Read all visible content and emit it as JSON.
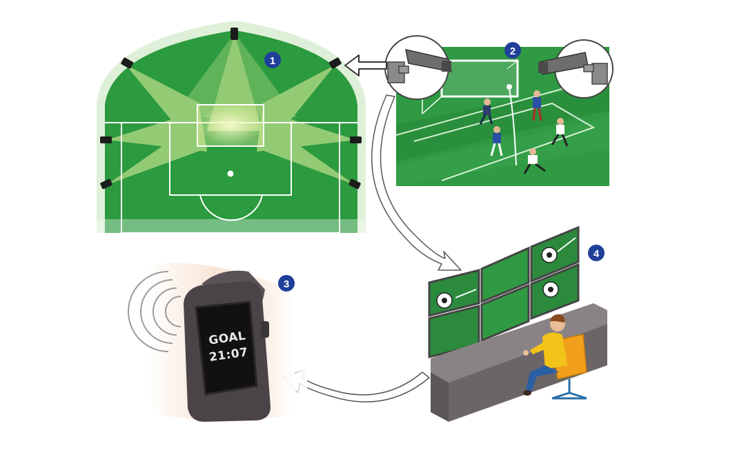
{
  "steps": [
    {
      "number": "1"
    },
    {
      "number": "2"
    },
    {
      "number": "3"
    },
    {
      "number": "4"
    }
  ],
  "watch": {
    "line1": "GOAL",
    "line2": "21:07"
  },
  "colors": {
    "pitch_green": "#2c9a3f",
    "pitch_dark": "#1f8a35",
    "beam_yellow": "#e8f3a0",
    "badge_blue": "#1f3f99",
    "watch_body": "#4a4448",
    "screen": "#111111",
    "chair_orange": "#f2a01c",
    "shirt_yellow": "#f2c318",
    "desk_grey": "#6b6568"
  },
  "icons": [
    "camera-icon",
    "soccer-ball-icon",
    "vibration-waves-icon",
    "arrow-icon"
  ]
}
